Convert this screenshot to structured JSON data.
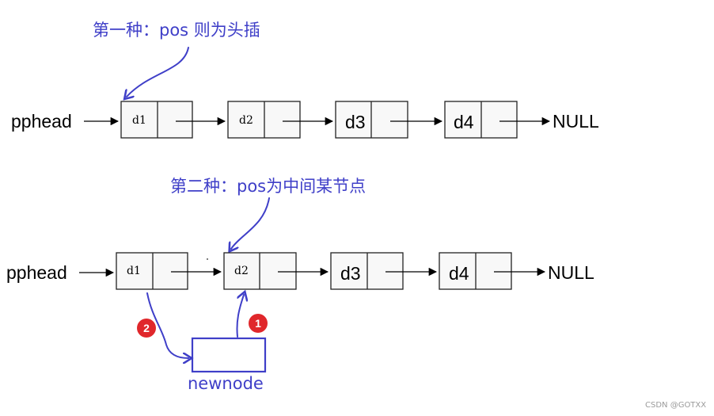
{
  "title": "",
  "case_one": {
    "annotation": "第一种：pos  则为头插",
    "head_label": "pphead",
    "nodes": [
      "d1",
      "d2",
      "d3",
      "d4"
    ],
    "null_label": "NULL"
  },
  "case_two": {
    "annotation": "第二种：pos为中间某节点",
    "head_label": "pphead",
    "nodes": [
      "d1",
      "d2",
      "d3",
      "d4"
    ],
    "null_label": "NULL",
    "newnode_label": "newnode",
    "steps": [
      "1",
      "2"
    ]
  },
  "colors": {
    "annotation": "#3f3fc8",
    "step_badge": "#e0272b"
  },
  "watermark": "CSDN @GOTXX"
}
